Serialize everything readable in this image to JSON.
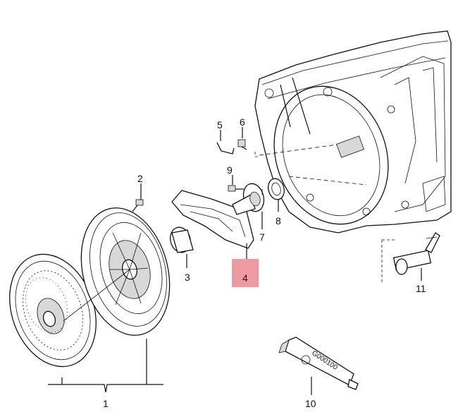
{
  "diagram": {
    "callouts": [
      {
        "id": "c1",
        "label": "1"
      },
      {
        "id": "c2",
        "label": "2"
      },
      {
        "id": "c3",
        "label": "3"
      },
      {
        "id": "c4",
        "label": "4"
      },
      {
        "id": "c5",
        "label": "5"
      },
      {
        "id": "c6",
        "label": "6"
      },
      {
        "id": "c7",
        "label": "7"
      },
      {
        "id": "c8",
        "label": "8"
      },
      {
        "id": "c9",
        "label": "9"
      },
      {
        "id": "c10",
        "label": "10"
      },
      {
        "id": "c11",
        "label": "11"
      }
    ],
    "tube_text": "G000100",
    "highlight_color": "#ef9aa2",
    "highlighted_callout": "4"
  }
}
